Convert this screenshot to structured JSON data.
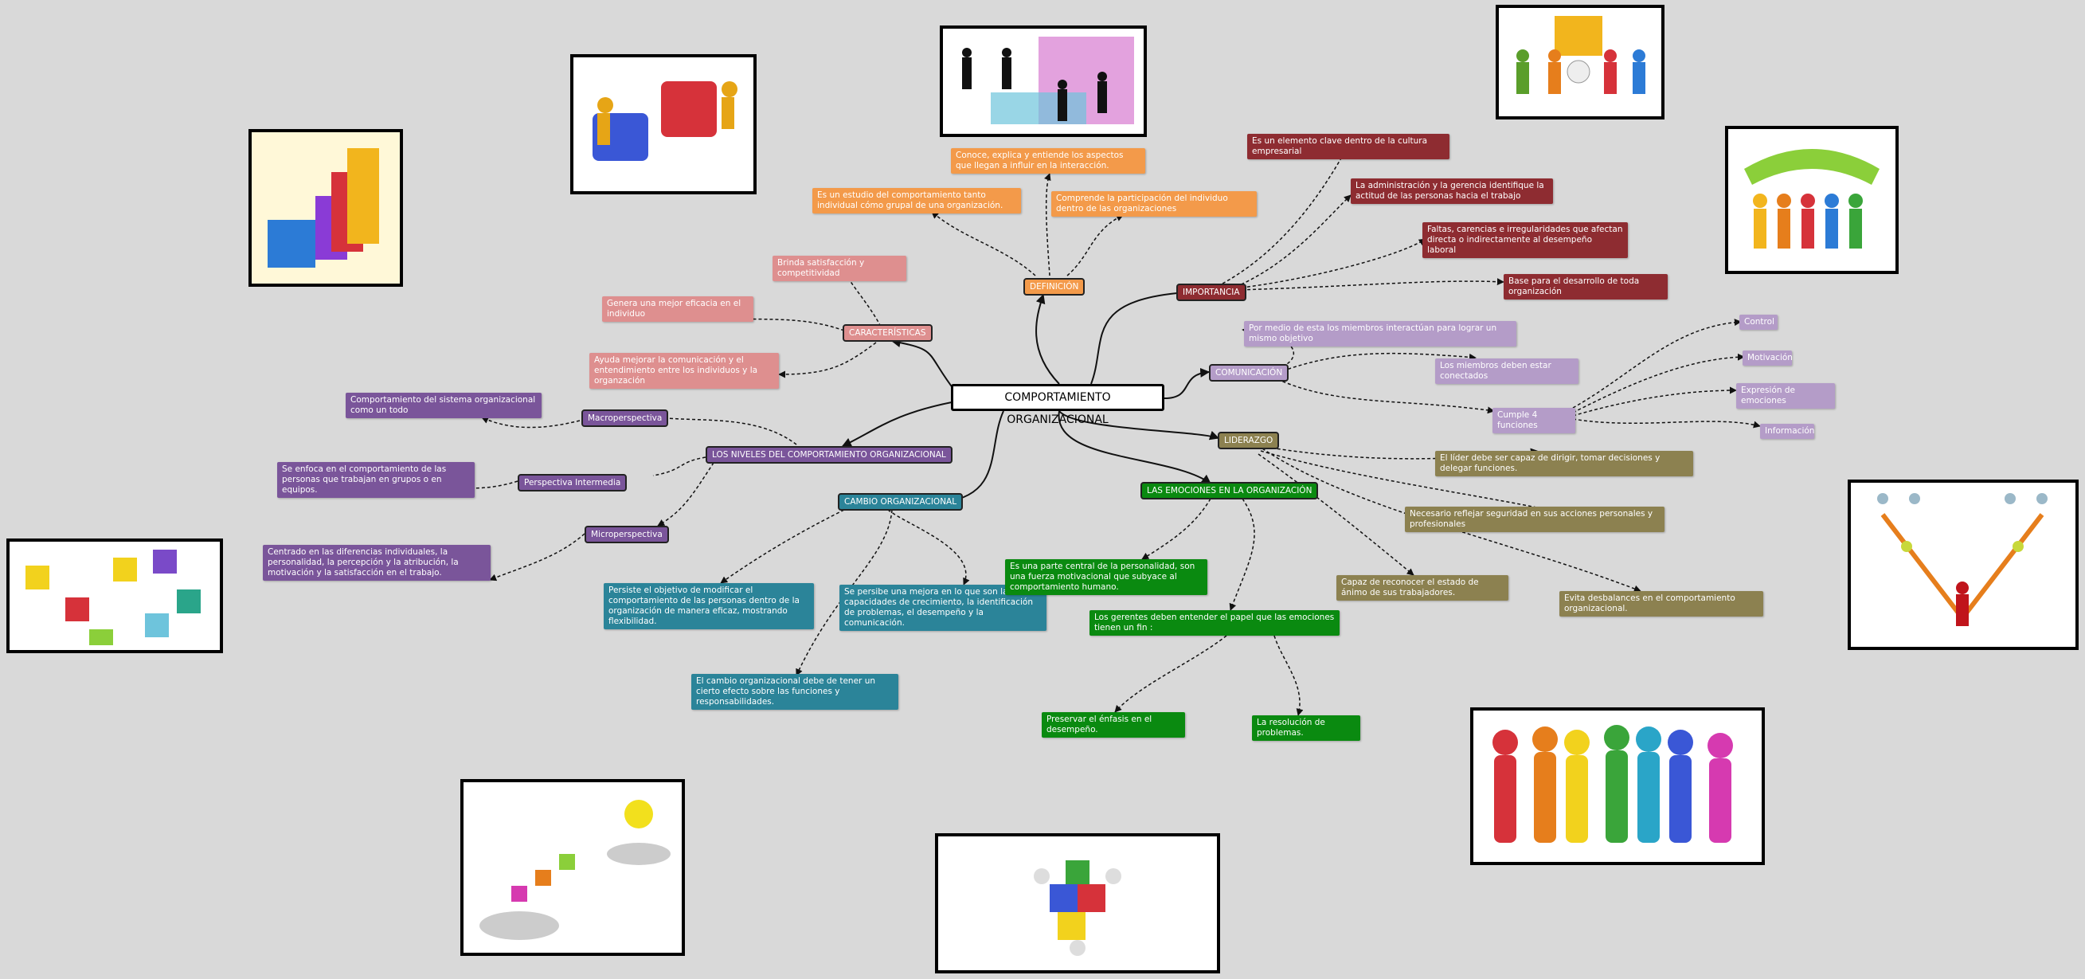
{
  "central_topic": "COMPORTAMIENTO ORGANIZACIONAL",
  "colors": {
    "background": "#d9d9d9",
    "definicion": "#f39a4a",
    "importancia": "#8e2c31",
    "caracteristicas": "#de8f8f",
    "comunicacion": "#b49cc8",
    "niveles": "#7a559a",
    "cambio": "#2b8499",
    "emociones": "#0a8a10",
    "liderazgo": "#8c8150"
  },
  "branches": {
    "definicion": {
      "label": "DEFINICIÓN",
      "items": [
        "Conoce, explica y entiende los aspectos que llegan a influir en la interacción.",
        "Es un estudio del comportamiento tanto individual cómo grupal de una organización.",
        "Comprende la participación del individuo dentro de las organizaciones"
      ]
    },
    "importancia": {
      "label": "IMPORTANCIA",
      "items": [
        "Es un elemento clave dentro de la cultura empresarial",
        "La administración y la gerencia identifique la actitud de las personas hacia el trabajo",
        "Faltas, carencias e irregularidades que afectan directa o indirectamente al desempeño laboral",
        "Base para el desarrollo de toda organización"
      ]
    },
    "caracteristicas": {
      "label": "CARACTERÍSTICAS",
      "items": [
        "Brinda satisfacción y competitividad",
        "Genera una mejor eficacia en el individuo",
        "Ayuda mejorar la comunicación y el entendimiento entre los individuos y la organzación"
      ]
    },
    "comunicacion": {
      "label": "COMUNICACIÓN",
      "items": [
        "Por medio de esta los miembros interactúan para lograr un mismo objetivo",
        "Los miembros deben estar conectados"
      ],
      "sub": {
        "label": "Cumple 4 funciones",
        "items": [
          "Control",
          "Motivación",
          "Expresión de emociones",
          "Información"
        ]
      }
    },
    "niveles": {
      "label": "LOS NIVELES DEL COMPORTAMIENTO ORGANIZACIONAL",
      "subs": [
        {
          "label": "Macroperspectiva",
          "detail": "Comportamiento del sistema organizacional como un todo"
        },
        {
          "label": "Perspectiva Intermedia",
          "detail": "Se enfoca en el comportamiento de las personas que trabajan en grupos o en equipos."
        },
        {
          "label": "Microperspectiva",
          "detail": "Centrado en las diferencias individuales, la personalidad, la percepción y la atribución, la motivación y la satisfacción en el trabajo."
        }
      ]
    },
    "cambio": {
      "label": "CAMBIO ORGANIZACIONAL",
      "items": [
        "Persiste el objetivo de modificar el comportamiento de las personas dentro de la organización de manera eficaz, mostrando flexibilidad.",
        "Se persibe una mejora en lo que son las capacidades de crecimiento, la identificación de problemas, el desempeño y la comunicación.",
        "El cambio organizacional debe de tener un cierto efecto sobre las funciones y responsabilidades."
      ]
    },
    "emociones": {
      "label": "LAS EMOCIONES EN LA ORGANIZACIÓN",
      "items": [
        "Es una parte central de la personalidad, son una fuerza motivacional que subyace al comportamiento humano."
      ],
      "sub": {
        "label": "Los gerentes deben entender el papel que las emociones tienen  un fin :",
        "items": [
          "Preservar el énfasis en el desempeño.",
          "La resolución de problemas."
        ]
      }
    },
    "liderazgo": {
      "label": "LIDERAZGO",
      "items": [
        "El líder debe ser capaz de dirigir, tomar decisiones y delegar funciones.",
        "Necesario reflejar seguridad en sus acciones personales y profesionales",
        "Capaz de reconocer el estado de ánimo de sus trabajadores.",
        "Evita desbalances en el comportamiento organizacional."
      ]
    }
  }
}
